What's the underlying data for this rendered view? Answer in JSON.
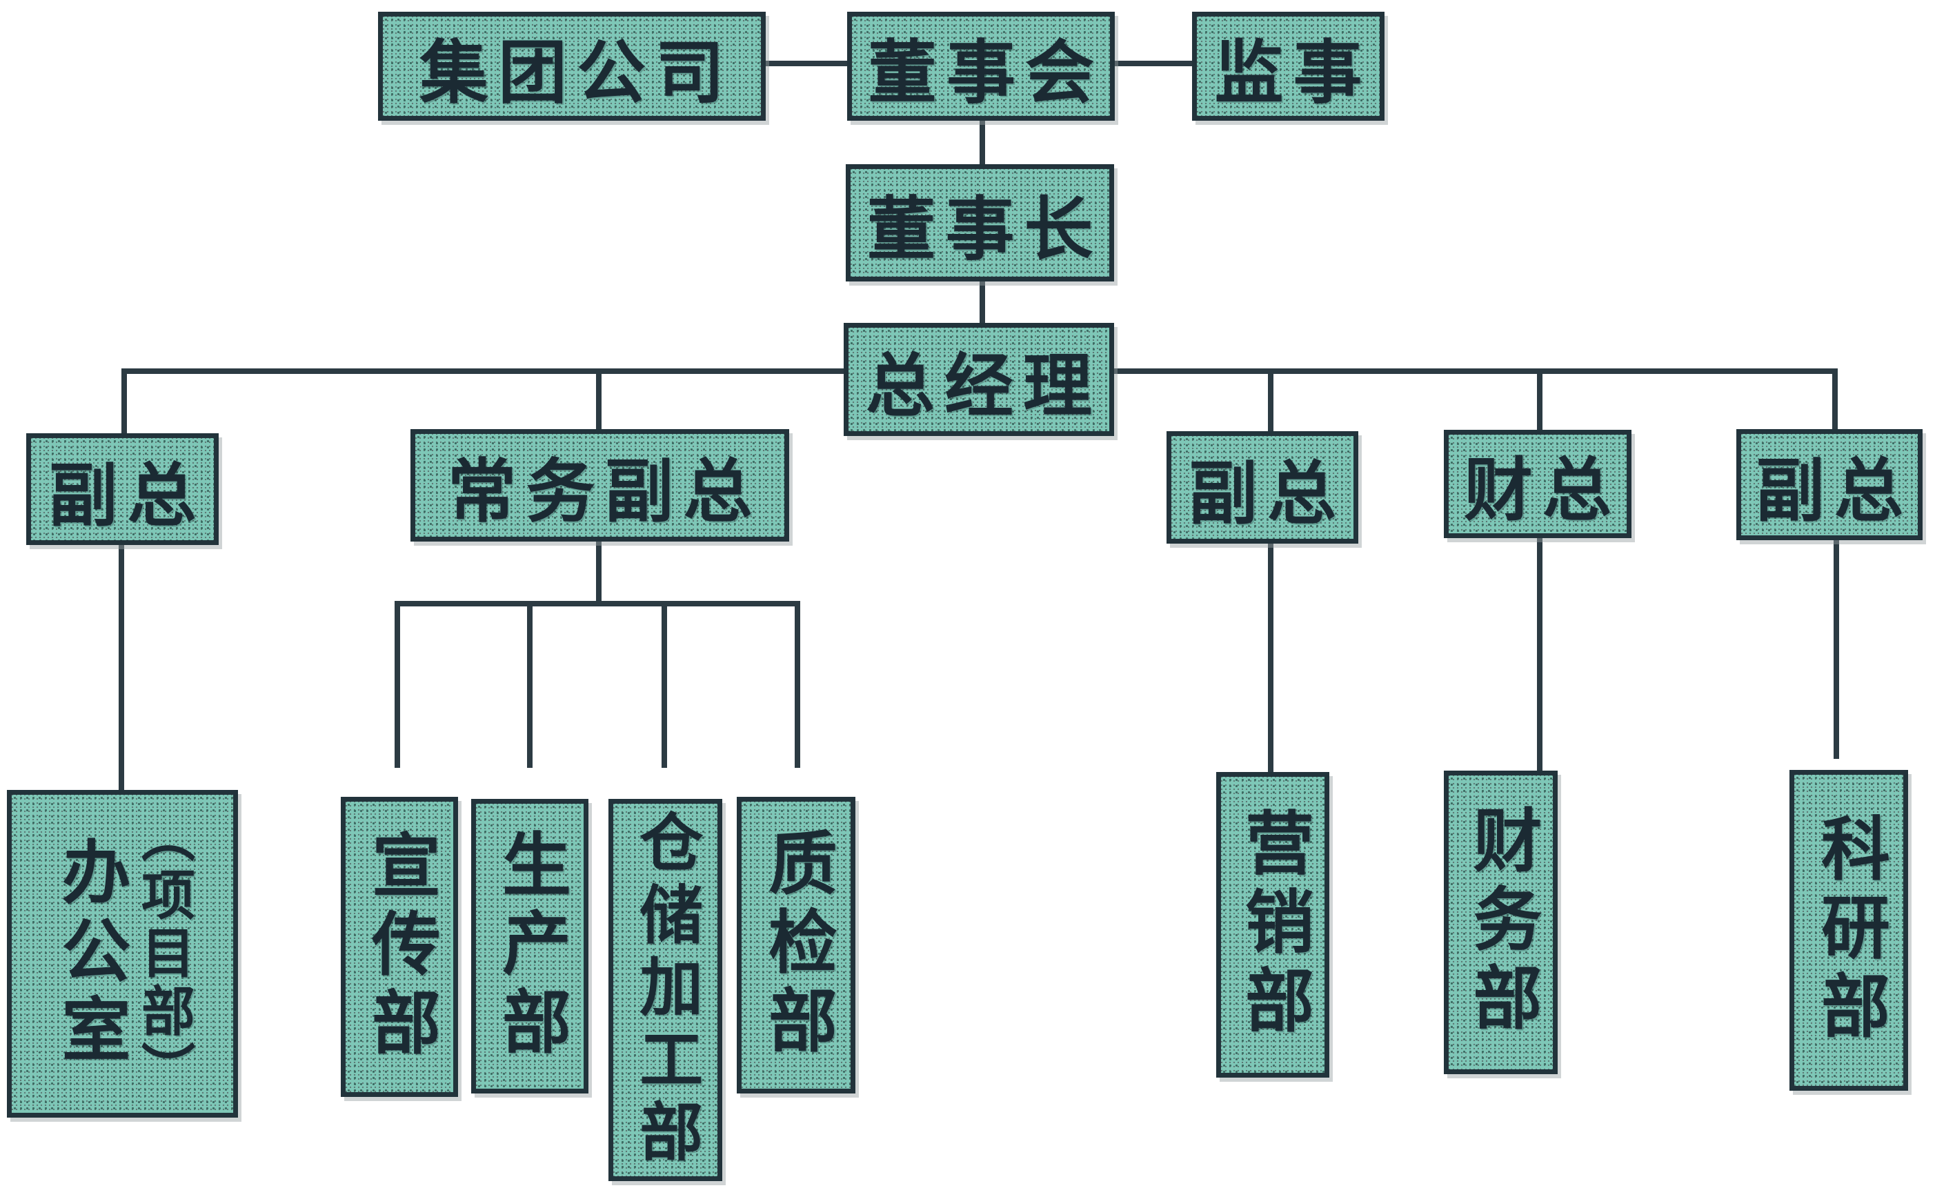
{
  "diagram": {
    "type": "organization-chart",
    "language": "zh-CN",
    "nodes": {
      "group_company": {
        "label": "集团公司"
      },
      "board": {
        "label": "董事会"
      },
      "supervisor": {
        "label": "监事"
      },
      "chairman": {
        "label": "董事长"
      },
      "general_manager": {
        "label": "总经理"
      },
      "vp_left": {
        "label": "副总"
      },
      "executive_vp": {
        "label": "常务副总"
      },
      "vp_right_1": {
        "label": "副总"
      },
      "finance_chief": {
        "label": "财总"
      },
      "vp_right_2": {
        "label": "副总"
      },
      "office": {
        "label": "办公室",
        "annotation": "（项目部）"
      },
      "publicity_dept": {
        "label": "宣传部"
      },
      "production_dept": {
        "label": "生产部"
      },
      "warehouse_processing_dept": {
        "label": "仓储加工部"
      },
      "quality_dept": {
        "label": "质检部"
      },
      "marketing_dept": {
        "label": "营销部"
      },
      "finance_dept": {
        "label": "财务部"
      },
      "research_dept": {
        "label": "科研部"
      }
    },
    "edges": [
      {
        "from": "集团公司",
        "to": "董事会"
      },
      {
        "from": "董事会",
        "to": "监事"
      },
      {
        "from": "董事会",
        "to": "董事长"
      },
      {
        "from": "董事长",
        "to": "总经理"
      },
      {
        "from": "总经理",
        "to": "副总"
      },
      {
        "from": "总经理",
        "to": "常务副总"
      },
      {
        "from": "总经理",
        "to": "副总"
      },
      {
        "from": "总经理",
        "to": "财总"
      },
      {
        "from": "总经理",
        "to": "副总"
      },
      {
        "from": "副总",
        "to": "办公室（项目部）"
      },
      {
        "from": "常务副总",
        "to": "宣传部"
      },
      {
        "from": "常务副总",
        "to": "生产部"
      },
      {
        "from": "常务副总",
        "to": "仓储加工部"
      },
      {
        "from": "常务副总",
        "to": "质检部"
      },
      {
        "from": "副总",
        "to": "营销部"
      },
      {
        "from": "财总",
        "to": "财务部"
      },
      {
        "from": "副总",
        "to": "科研部"
      }
    ],
    "colors": {
      "background": "#ffffff",
      "box_fill": "#7ec7b7",
      "box_texture": "#3c6b62",
      "box_border": "#22333b",
      "connector": "#2c3b43",
      "text": "#1b2a33"
    }
  }
}
